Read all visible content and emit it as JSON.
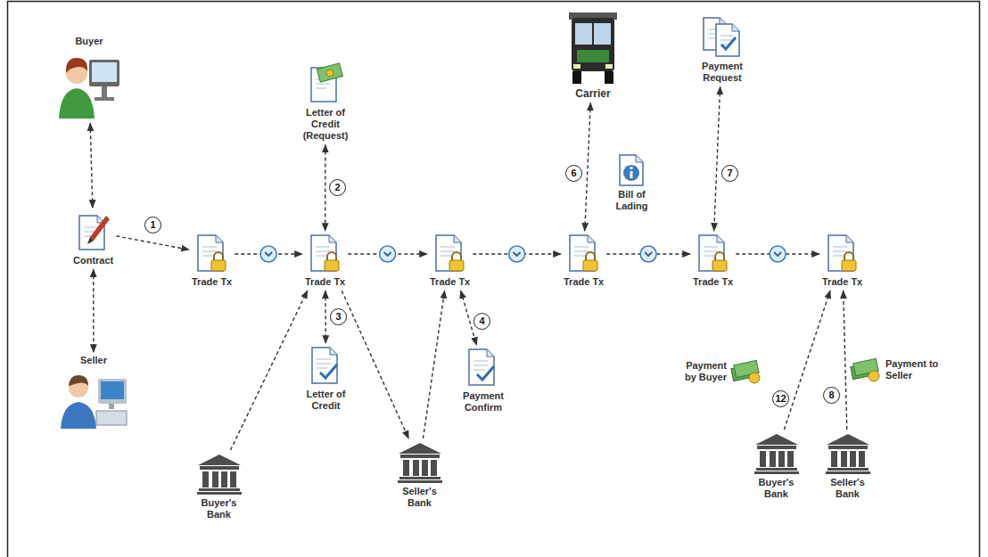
{
  "diagram": {
    "nodes": [
      {
        "text": [
          "Buyer"
        ]
      },
      {
        "text": [
          "Contract"
        ]
      },
      {
        "text": [
          "Seller"
        ]
      },
      {
        "text": [
          "Trade Tx"
        ]
      },
      {
        "text": [
          "Letter of Credit (Request)"
        ]
      },
      {
        "text": [
          "Trade Tx"
        ]
      },
      {
        "text": [
          "Letter of Credit"
        ]
      },
      {
        "text": [
          "Buyer's Bank"
        ]
      },
      {
        "text": [
          "Seller's Bank"
        ]
      },
      {
        "text": [
          "Trade Tx"
        ]
      },
      {
        "text": [
          "Payment Confirm"
        ]
      },
      {
        "text": [
          "Carrier"
        ]
      },
      {
        "text": [
          "Bill of Lading"
        ]
      },
      {
        "text": [
          "Trade Tx"
        ]
      },
      {
        "text": [
          "Payment Request"
        ]
      },
      {
        "text": [
          "Trade Tx"
        ]
      },
      {
        "text": [
          "Trade Tx"
        ]
      },
      {
        "text": [
          "Payment by Buyer"
        ]
      },
      {
        "text": [
          "Buyer's Bank"
        ]
      },
      {
        "text": [
          "Payment to Seller"
        ]
      },
      {
        "text": [
          "Seller's Bank"
        ]
      }
    ],
    "edges": [
      {
        "from": 0,
        "to": 1,
        "arrow": "both"
      },
      {
        "from": 1,
        "to": 2,
        "arrow": "both"
      },
      {
        "from": 1,
        "to": 3,
        "label": "1",
        "arrow": "to"
      },
      {
        "from": 3,
        "to": 5,
        "arrow": "to"
      },
      {
        "from": 4,
        "to": 5,
        "label": "2",
        "arrow": "both"
      },
      {
        "from": 5,
        "to": 6,
        "label": "3",
        "arrow": "both"
      },
      {
        "from": 7,
        "to": 5,
        "arrow": "to"
      },
      {
        "from": 5,
        "to": 8,
        "arrow": "to"
      },
      {
        "from": 8,
        "to": 9,
        "arrow": "to"
      },
      {
        "from": 5,
        "to": 9,
        "arrow": "to"
      },
      {
        "from": 9,
        "to": 10,
        "label": "4",
        "arrow": "both"
      },
      {
        "from": 9,
        "to": 13,
        "arrow": "to"
      },
      {
        "from": 11,
        "to": 13,
        "label": "6",
        "arrow": "both"
      },
      {
        "from": 13,
        "to": 15,
        "arrow": "to"
      },
      {
        "from": 14,
        "to": 15,
        "label": "7",
        "arrow": "both"
      },
      {
        "from": 15,
        "to": 16,
        "arrow": "to"
      },
      {
        "from": 18,
        "to": 16,
        "label": "12",
        "arrow": "to"
      },
      {
        "from": 20,
        "to": 16,
        "label": "8",
        "arrow": "to"
      }
    ]
  }
}
